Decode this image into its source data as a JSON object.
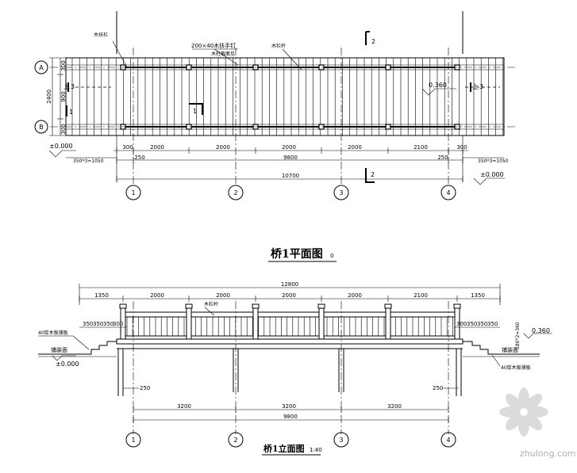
{
  "plan": {
    "title": "桥1平面图",
    "scale_suffix": "0",
    "axes": [
      "1",
      "2",
      "3",
      "4"
    ],
    "rows": [
      "A",
      "B"
    ],
    "section_mark": "2",
    "cut_mark_side": "3",
    "cut_mark_inner": "1",
    "labels": {
      "top_left": "木扶栏",
      "top_center_1": "200×40木扶手钉",
      "top_center_2": "木柱截面见",
      "top_right": "木栏杆"
    },
    "elevation_right": "0.360",
    "elevation_left": "±0.000",
    "elevation_bottom_right": "±0.000",
    "dims_left_vertical": [
      "300",
      "900",
      "300"
    ],
    "dim_left_total": "2400",
    "dims_spans": [
      "300",
      "2000",
      "2000",
      "2000",
      "2000",
      "2100",
      "300"
    ],
    "dim_side_left": "350*3=1050",
    "dim_side_right": "350*3=1050",
    "dim_inner": [
      "250",
      "9800",
      "250"
    ],
    "dim_total": "10700"
  },
  "elevation": {
    "title": "桥1立面图",
    "scale": "1:40",
    "axes": [
      "1",
      "2",
      "3",
      "4"
    ],
    "dim_total": "12800",
    "dims_top": [
      "1350",
      "2000",
      "2000",
      "2000",
      "2000",
      "2100",
      "1350"
    ],
    "steps_left": [
      "350",
      "350",
      "350",
      "300"
    ],
    "steps_right": [
      "300",
      "350",
      "350",
      "350"
    ],
    "label_left_top": "40厚木板铺板",
    "label_left_ground": "铺装面",
    "label_right_ground": "铺装面",
    "label_right_bottom": "40厚木板铺板",
    "label_rail": "木栏杆",
    "label_step_right": "180*2=360",
    "elevation_right": "0.360",
    "elevation_left": "±0.000",
    "dim_pile_left": "250",
    "dim_pile_right": "250",
    "dims_spans_bottom": [
      "3200",
      "3200",
      "3200"
    ],
    "dim_bottom_total": "9800"
  },
  "watermark": "zhulong.com"
}
